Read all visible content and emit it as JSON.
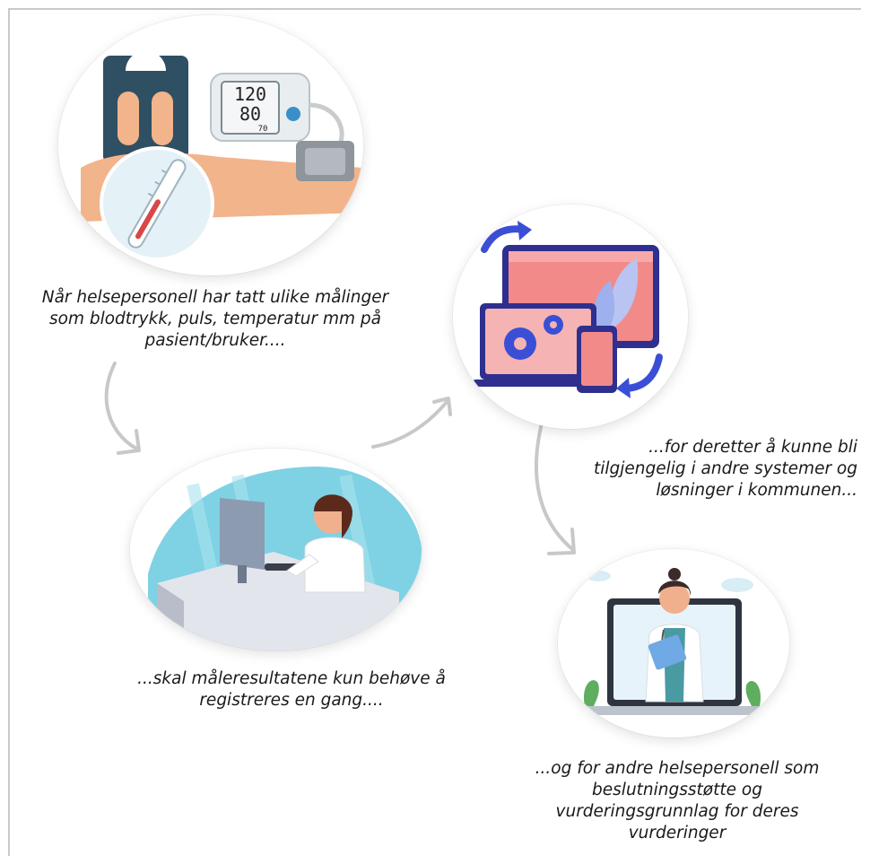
{
  "steps": [
    {
      "caption": "Når helsepersonell har tatt ulike målinger som blodtrykk, puls, temperatur mm på pasient/bruker....",
      "icon": "vitals-measurement-icon"
    },
    {
      "caption": "...skal måleresultatene kun behøve å registreres en gang....",
      "icon": "computer-registration-icon"
    },
    {
      "caption": "...for deretter å kunne bli tilgjengelig i andre systemer og løsninger i kommunen...",
      "icon": "system-integration-icon"
    },
    {
      "caption": "...og for andre helsepersonell som beslutningsstøtte og vurderingsgrunnlag for deres vurderinger",
      "icon": "doctor-consultation-icon"
    }
  ],
  "bp_monitor": {
    "systolic": "120",
    "diastolic": "80",
    "pulse": "70"
  },
  "colors": {
    "arrow": "#c8c8c8",
    "accent_blue": "#3a4fd6",
    "screen_red": "#f28a8a",
    "teal": "#4a9aa2"
  }
}
